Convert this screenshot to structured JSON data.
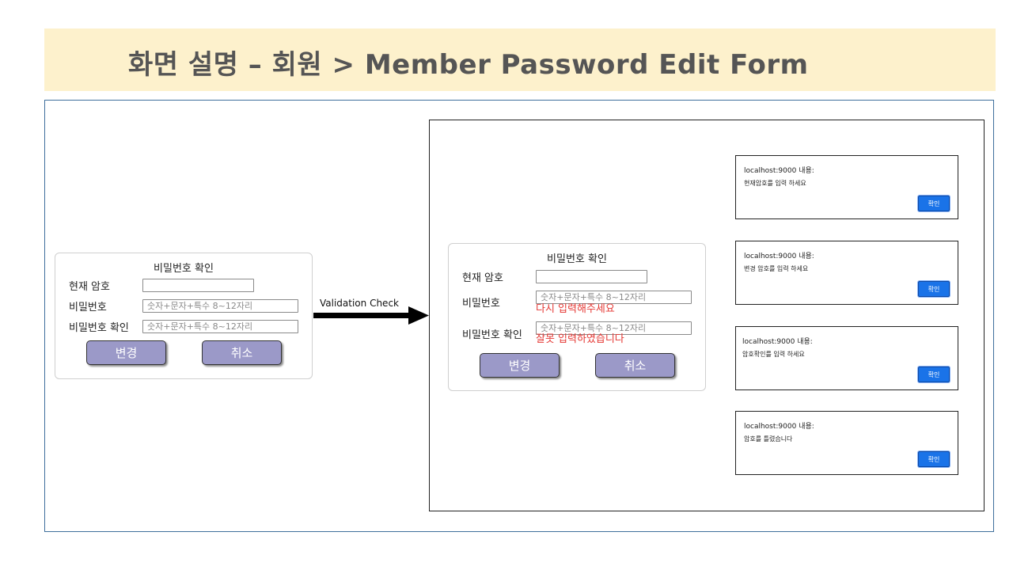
{
  "header": {
    "title": "화면 설명 – 회원 > Member Password Edit Form",
    "band_color": "#fdf1cc"
  },
  "left_form": {
    "title": "비밀번호 확인",
    "current_password_label": "현재 암호",
    "current_password_value": "",
    "new_password_label": "비밀번호",
    "new_password_placeholder": "숫자+문자+특수 8~12자리",
    "confirm_password_label": "비밀번호 확인",
    "confirm_password_placeholder": "숫자+문자+특수 8~12자리",
    "submit_label": "변경",
    "cancel_label": "취소"
  },
  "arrow": {
    "label": "Validation Check"
  },
  "right_form": {
    "title": "비밀번호 확인",
    "current_password_label": "현재 암호",
    "current_password_value": "",
    "new_password_label": "비밀번호",
    "new_password_placeholder": "숫자+문자+특수 8~12자리",
    "new_password_error": "다시 입력해주세요",
    "confirm_password_label": "비밀번호 확인",
    "confirm_password_placeholder": "숫자+문자+특수 8~12자리",
    "confirm_password_error": "잘못 입력하였습니다",
    "submit_label": "변경",
    "cancel_label": "취소",
    "error_color": "#e53935"
  },
  "alerts": [
    {
      "host": "localhost:9000 내용:",
      "message": "현재암호를 입력 하세요",
      "ok_label": "확인"
    },
    {
      "host": "localhost:9000 내용:",
      "message": "변경 암호를 입력 하세요",
      "ok_label": "확인"
    },
    {
      "host": "localhost:9000 내용:",
      "message": "암호확인를 입력 하세요",
      "ok_label": "확인"
    },
    {
      "host": "localhost:9000 내용:",
      "message": "암호를 틀렸습니다",
      "ok_label": "확인"
    }
  ],
  "colors": {
    "button_fill": "#9b99c8",
    "alert_button": "#1a73e8",
    "frame_border": "#3f6f9c"
  }
}
